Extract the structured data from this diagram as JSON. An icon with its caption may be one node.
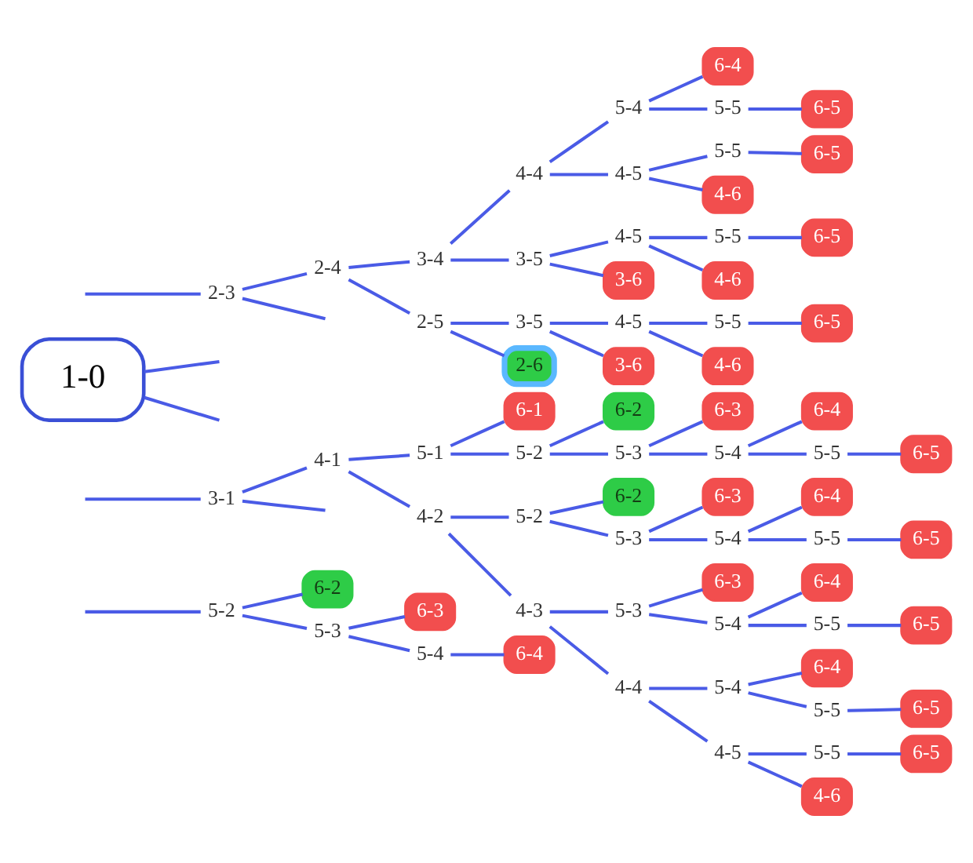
{
  "diagram": {
    "nodes": [
      {
        "text": [
          "1-0"
        ]
      },
      {
        "text": [
          "2-3"
        ]
      },
      {
        "text": [
          "2-4"
        ]
      },
      {
        "text": [
          "3-4"
        ]
      },
      {
        "text": [
          "4-4"
        ]
      },
      {
        "text": [
          "5-4"
        ]
      },
      {
        "text": [
          "6-4"
        ]
      },
      {
        "text": [
          "5-5"
        ]
      },
      {
        "text": [
          "6-5"
        ]
      },
      {
        "text": [
          "4-5"
        ]
      },
      {
        "text": [
          "5-5"
        ]
      },
      {
        "text": [
          "6-5"
        ]
      },
      {
        "text": [
          "4-6"
        ]
      },
      {
        "text": [
          "3-5"
        ]
      },
      {
        "text": [
          "4-5"
        ]
      },
      {
        "text": [
          "5-5"
        ]
      },
      {
        "text": [
          "6-5"
        ]
      },
      {
        "text": [
          "4-6"
        ]
      },
      {
        "text": [
          "3-6"
        ]
      },
      {
        "text": [
          "2-5"
        ]
      },
      {
        "text": [
          "3-5"
        ]
      },
      {
        "text": [
          "4-5"
        ]
      },
      {
        "text": [
          "5-5"
        ]
      },
      {
        "text": [
          "6-5"
        ]
      },
      {
        "text": [
          "4-6"
        ]
      },
      {
        "text": [
          "3-6"
        ]
      },
      {
        "text": [
          "2-6"
        ]
      },
      {
        "text": [
          "3-1"
        ]
      },
      {
        "text": [
          "4-1"
        ]
      },
      {
        "text": [
          "5-1"
        ]
      },
      {
        "text": [
          "6-1"
        ]
      },
      {
        "text": [
          "5-2"
        ]
      },
      {
        "text": [
          "6-2"
        ]
      },
      {
        "text": [
          "5-3"
        ]
      },
      {
        "text": [
          "6-3"
        ]
      },
      {
        "text": [
          "5-4"
        ]
      },
      {
        "text": [
          "6-4"
        ]
      },
      {
        "text": [
          "5-5"
        ]
      },
      {
        "text": [
          "6-5"
        ]
      },
      {
        "text": [
          "4-2"
        ]
      },
      {
        "text": [
          "5-2"
        ]
      },
      {
        "text": [
          "6-2"
        ]
      },
      {
        "text": [
          "5-3"
        ]
      },
      {
        "text": [
          "6-3"
        ]
      },
      {
        "text": [
          "5-4"
        ]
      },
      {
        "text": [
          "6-4"
        ]
      },
      {
        "text": [
          "5-5"
        ]
      },
      {
        "text": [
          "6-5"
        ]
      },
      {
        "text": [
          "4-3"
        ]
      },
      {
        "text": [
          "5-3"
        ]
      },
      {
        "text": [
          "6-3"
        ]
      },
      {
        "text": [
          "5-4"
        ]
      },
      {
        "text": [
          "6-4"
        ]
      },
      {
        "text": [
          "5-5"
        ]
      },
      {
        "text": [
          "6-5"
        ]
      },
      {
        "text": [
          "4-4"
        ]
      },
      {
        "text": [
          "5-4"
        ]
      },
      {
        "text": [
          "6-4"
        ]
      },
      {
        "text": [
          "5-5"
        ]
      },
      {
        "text": [
          "6-5"
        ]
      },
      {
        "text": [
          "4-5"
        ]
      },
      {
        "text": [
          "5-5"
        ]
      },
      {
        "text": [
          "6-5"
        ]
      },
      {
        "text": [
          "4-6"
        ]
      },
      {
        "text": [
          "5-2"
        ]
      },
      {
        "text": [
          "6-2"
        ]
      },
      {
        "text": [
          "5-3"
        ]
      },
      {
        "text": [
          "6-3"
        ]
      },
      {
        "text": [
          "5-4"
        ]
      },
      {
        "text": [
          "6-4"
        ]
      }
    ],
    "edges": [
      {
        "from": 0,
        "to": null,
        "arrow": "none"
      },
      {
        "from": 0,
        "to": null,
        "arrow": "none"
      },
      {
        "from": null,
        "to": 1,
        "arrow": "none"
      },
      {
        "from": 1,
        "to": null,
        "arrow": "none"
      },
      {
        "from": 1,
        "to": 2,
        "arrow": "none"
      },
      {
        "from": 2,
        "to": 3,
        "arrow": "none"
      },
      {
        "from": 3,
        "to": 4,
        "arrow": "none"
      },
      {
        "from": 4,
        "to": 5,
        "arrow": "none"
      },
      {
        "from": 5,
        "to": 6,
        "arrow": "none"
      },
      {
        "from": 5,
        "to": 7,
        "arrow": "none"
      },
      {
        "from": 7,
        "to": 8,
        "arrow": "none"
      },
      {
        "from": 4,
        "to": 9,
        "arrow": "none"
      },
      {
        "from": 9,
        "to": 10,
        "arrow": "none"
      },
      {
        "from": 10,
        "to": 11,
        "arrow": "none"
      },
      {
        "from": 9,
        "to": 12,
        "arrow": "none"
      },
      {
        "from": 3,
        "to": 13,
        "arrow": "none"
      },
      {
        "from": 13,
        "to": 14,
        "arrow": "none"
      },
      {
        "from": 14,
        "to": 15,
        "arrow": "none"
      },
      {
        "from": 15,
        "to": 16,
        "arrow": "none"
      },
      {
        "from": 14,
        "to": 17,
        "arrow": "none"
      },
      {
        "from": 13,
        "to": 18,
        "arrow": "none"
      },
      {
        "from": 2,
        "to": 19,
        "arrow": "none"
      },
      {
        "from": 19,
        "to": 20,
        "arrow": "none"
      },
      {
        "from": 20,
        "to": 21,
        "arrow": "none"
      },
      {
        "from": 21,
        "to": 22,
        "arrow": "none"
      },
      {
        "from": 22,
        "to": 23,
        "arrow": "none"
      },
      {
        "from": 21,
        "to": 24,
        "arrow": "none"
      },
      {
        "from": 20,
        "to": 25,
        "arrow": "none"
      },
      {
        "from": 19,
        "to": 26,
        "arrow": "none"
      },
      {
        "from": null,
        "to": 27,
        "arrow": "none"
      },
      {
        "from": 27,
        "to": 28,
        "arrow": "none"
      },
      {
        "from": 28,
        "to": 29,
        "arrow": "none"
      },
      {
        "from": 29,
        "to": 30,
        "arrow": "none"
      },
      {
        "from": 29,
        "to": 31,
        "arrow": "none"
      },
      {
        "from": 31,
        "to": 32,
        "arrow": "none"
      },
      {
        "from": 31,
        "to": 33,
        "arrow": "none"
      },
      {
        "from": 33,
        "to": 34,
        "arrow": "none"
      },
      {
        "from": 33,
        "to": 35,
        "arrow": "none"
      },
      {
        "from": 35,
        "to": 36,
        "arrow": "none"
      },
      {
        "from": 35,
        "to": 37,
        "arrow": "none"
      },
      {
        "from": 37,
        "to": 38,
        "arrow": "none"
      },
      {
        "from": 28,
        "to": 39,
        "arrow": "none"
      },
      {
        "from": 39,
        "to": 40,
        "arrow": "none"
      },
      {
        "from": 40,
        "to": 41,
        "arrow": "none"
      },
      {
        "from": 40,
        "to": 42,
        "arrow": "none"
      },
      {
        "from": 42,
        "to": 43,
        "arrow": "none"
      },
      {
        "from": 42,
        "to": 44,
        "arrow": "none"
      },
      {
        "from": 44,
        "to": 45,
        "arrow": "none"
      },
      {
        "from": 44,
        "to": 46,
        "arrow": "none"
      },
      {
        "from": 46,
        "to": 47,
        "arrow": "none"
      },
      {
        "from": 39,
        "to": 48,
        "arrow": "none"
      },
      {
        "from": 48,
        "to": 49,
        "arrow": "none"
      },
      {
        "from": 49,
        "to": 50,
        "arrow": "none"
      },
      {
        "from": 49,
        "to": 51,
        "arrow": "none"
      },
      {
        "from": 51,
        "to": 52,
        "arrow": "none"
      },
      {
        "from": 51,
        "to": 53,
        "arrow": "none"
      },
      {
        "from": 53,
        "to": 54,
        "arrow": "none"
      },
      {
        "from": 48,
        "to": 55,
        "arrow": "none"
      },
      {
        "from": 55,
        "to": 56,
        "arrow": "none"
      },
      {
        "from": 56,
        "to": 57,
        "arrow": "none"
      },
      {
        "from": 56,
        "to": 58,
        "arrow": "none"
      },
      {
        "from": 58,
        "to": 59,
        "arrow": "none"
      },
      {
        "from": 55,
        "to": 60,
        "arrow": "none"
      },
      {
        "from": 60,
        "to": 61,
        "arrow": "none"
      },
      {
        "from": 61,
        "to": 62,
        "arrow": "none"
      },
      {
        "from": 60,
        "to": 63,
        "arrow": "none"
      },
      {
        "from": 27,
        "to": null,
        "arrow": "none"
      },
      {
        "from": null,
        "to": 64,
        "arrow": "none"
      },
      {
        "from": 64,
        "to": 65,
        "arrow": "none"
      },
      {
        "from": 64,
        "to": 66,
        "arrow": "none"
      },
      {
        "from": 66,
        "to": 67,
        "arrow": "none"
      },
      {
        "from": 66,
        "to": 68,
        "arrow": "none"
      },
      {
        "from": 68,
        "to": 69,
        "arrow": "none"
      }
    ]
  }
}
